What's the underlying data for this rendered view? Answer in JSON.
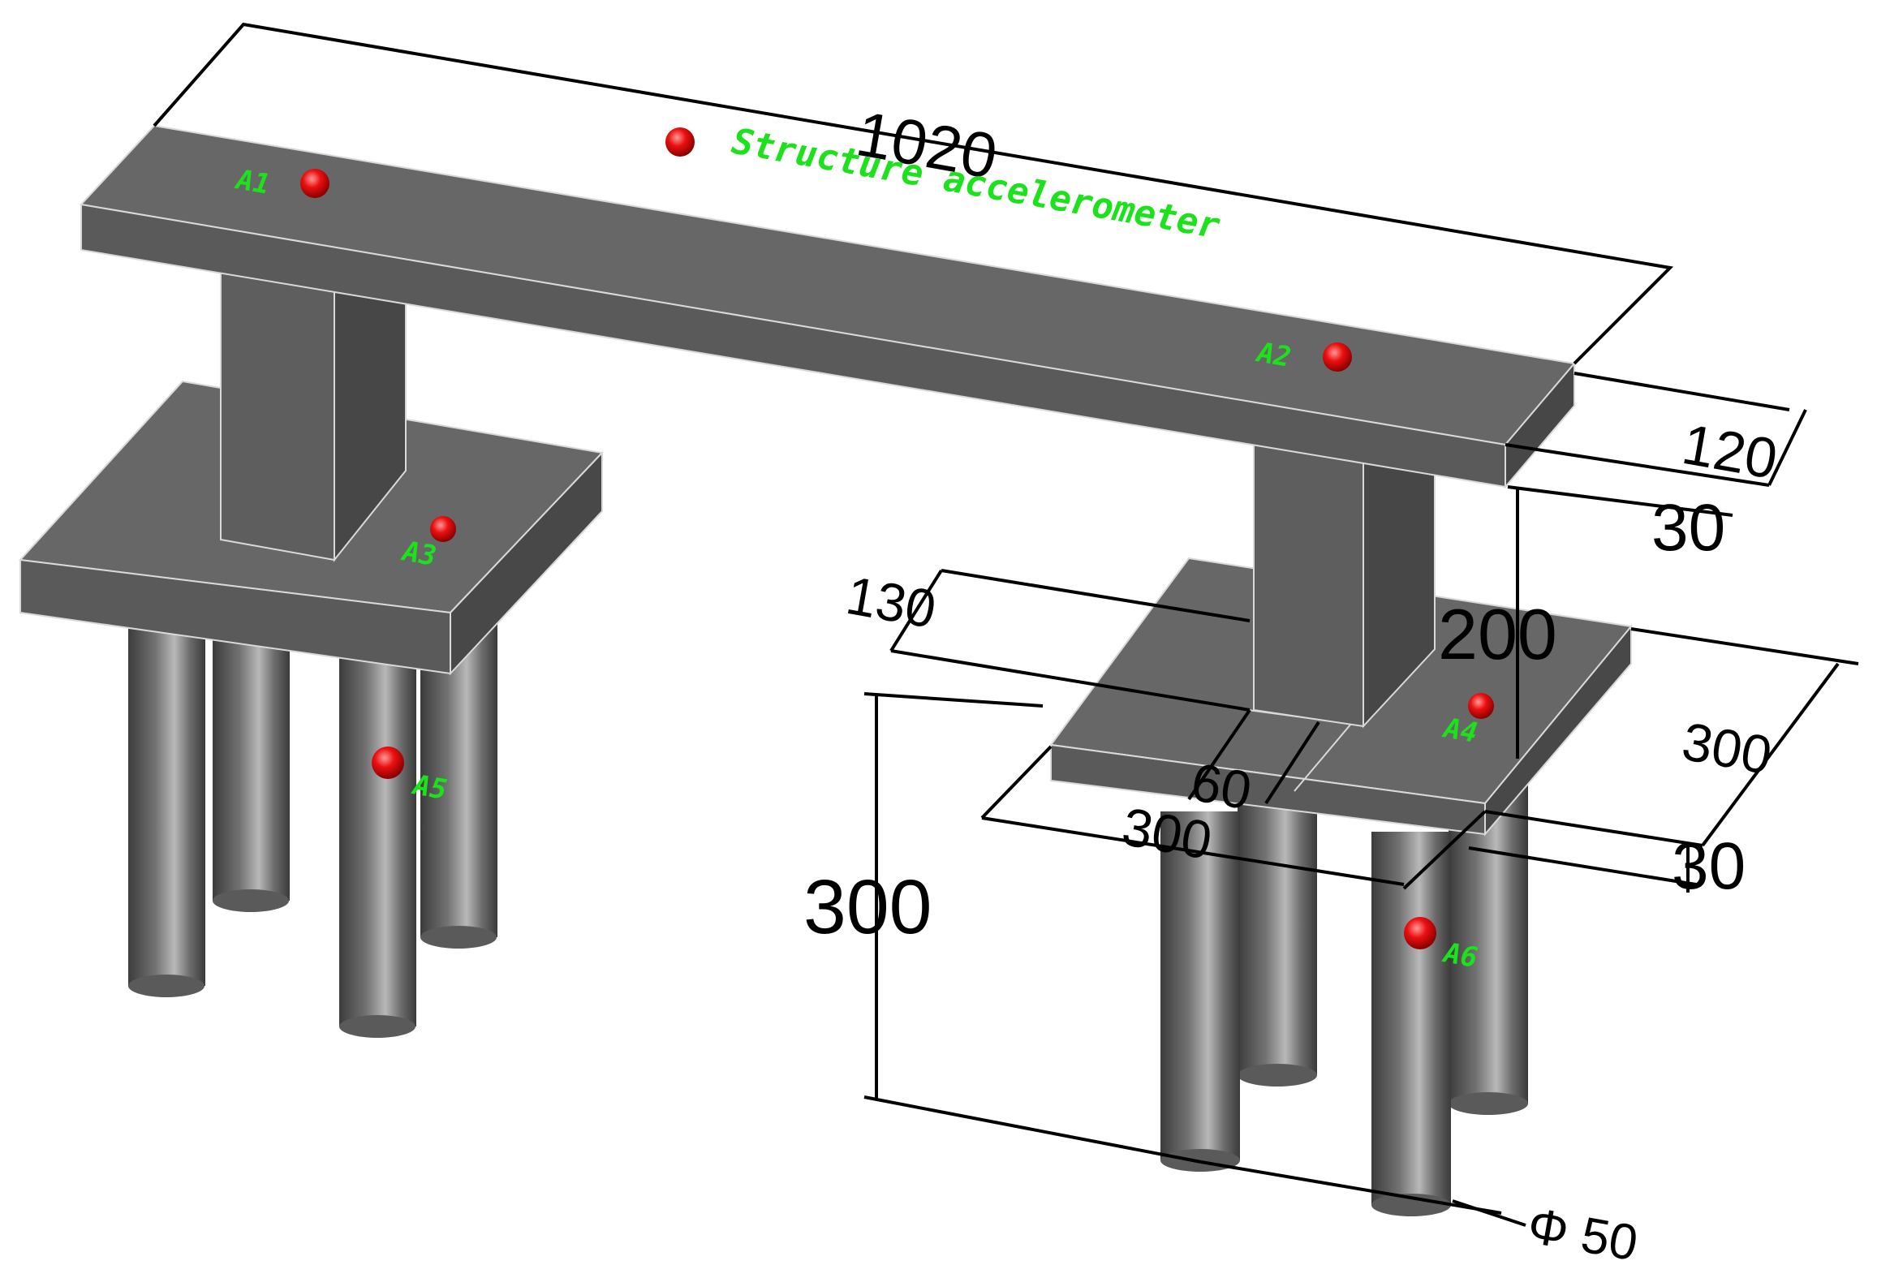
{
  "colors": {
    "concrete_top": "#666666",
    "concrete_front": "#595959",
    "concrete_side": "#4a4a4a",
    "pile": "#5e5e5e",
    "sensor": "#e8000f",
    "sensor_label": "#1be21b",
    "dimension": "#000000",
    "background": "#ffffff"
  },
  "legend": {
    "label": "Structure accelerometer",
    "icon": "red-sphere-icon"
  },
  "sensors": {
    "a1": "A1",
    "a2": "A2",
    "a3": "A3",
    "a4": "A4",
    "a5": "A5",
    "a6": "A6"
  },
  "dimensions": {
    "beam_length": "1020",
    "beam_width": "120",
    "beam_thickness": "30",
    "column_height": "200",
    "column_width": "130",
    "column_depth": "60",
    "cap_width": "300",
    "cap_length": "300",
    "cap_thickness": "30",
    "pile_length": "300",
    "pile_diameter": "Φ 50"
  }
}
